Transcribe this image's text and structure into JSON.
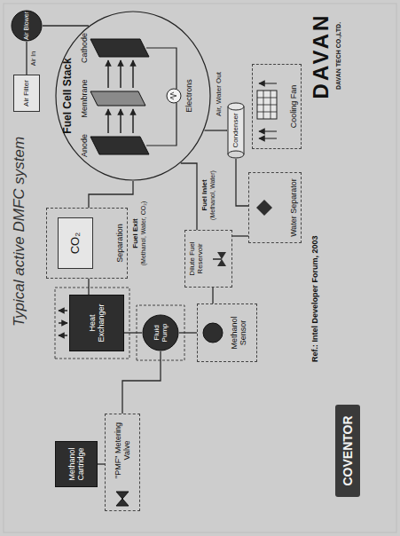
{
  "diagram": {
    "title": "Typical active DMFC system",
    "nodes": [
      {
        "text": [
          "Methanol Cartridge"
        ]
      },
      {
        "text": [
          "\"PMF\" Metering Valve"
        ]
      },
      {
        "text": [
          "Fluid Pump"
        ]
      },
      {
        "text": [
          "Methanol Sensor"
        ]
      },
      {
        "text": [
          "Heat Exchanger"
        ]
      },
      {
        "text": [
          "Separation"
        ]
      },
      {
        "text": [
          "CO₂"
        ],
        "in": 5
      },
      {
        "text": [
          "Dilute Fuel Reservoir"
        ]
      },
      {
        "text": [
          "Water Separator"
        ]
      },
      {
        "text": [
          "Fuel Cell Stack"
        ]
      },
      {
        "text": [
          "Air Filter"
        ]
      },
      {
        "text": [
          "Air Blower"
        ]
      },
      {
        "text": [
          "Condenser"
        ]
      },
      {
        "text": [
          "Cooling Fan"
        ]
      }
    ],
    "edges": [
      {
        "from": 0,
        "to": 1,
        "arrow": "none"
      },
      {
        "from": 1,
        "to": 2,
        "arrow": "none"
      },
      {
        "from": 2,
        "to": 4,
        "arrow": "none"
      },
      {
        "from": 4,
        "to": 5,
        "arrow": "none"
      },
      {
        "from": 9,
        "to": 5,
        "arrow": "none"
      },
      {
        "from": 2,
        "to": 3,
        "arrow": "none"
      },
      {
        "from": 3,
        "to": 7,
        "arrow": "none"
      },
      {
        "from": 7,
        "to": 9,
        "arrow": "none"
      },
      {
        "from": 9,
        "to": 12,
        "arrow": "none"
      },
      {
        "from": 12,
        "to": 8,
        "arrow": "none"
      },
      {
        "from": 8,
        "to": 7,
        "arrow": "none"
      },
      {
        "from": 10,
        "to": 11,
        "arrow": "none"
      },
      {
        "from": 11,
        "to": 9,
        "arrow": "none"
      }
    ],
    "labels": [
      "Anode",
      "Membrane",
      "Cathode",
      "Electrons",
      "Air In",
      "Fuel Exit",
      "(Methanol, Water, CO₂)",
      "Fuel Inlet",
      "(Methanol, Water)",
      "Air, Water Out",
      "Ref.: Intel Developer Forum, 2003",
      "COVENTOR",
      "DAVAN",
      "DAVAN TECH CO.,LTD."
    ]
  }
}
